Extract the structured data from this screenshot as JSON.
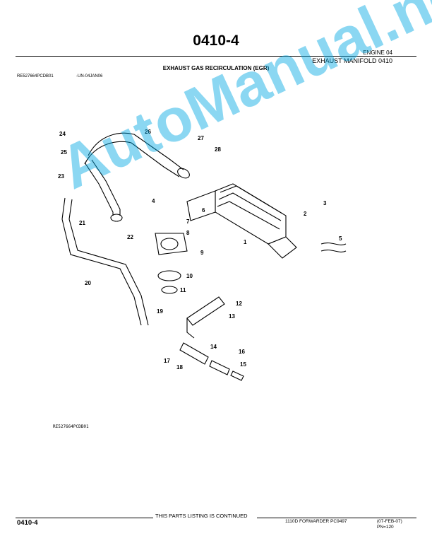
{
  "header": {
    "page_number": "0410-4",
    "section_engine": "ENGINE  04",
    "section_exhaust": "EXHAUST MANIFOLD 0410",
    "diagram_title": "EXHAUST GAS RECIRCULATION (EGR)",
    "ref_code": "RE527664PCDB01",
    "ref_date": "-UN-04JAN06"
  },
  "diagram": {
    "callouts": [
      "1",
      "2",
      "3",
      "4",
      "5",
      "6",
      "7",
      "8",
      "9",
      "10",
      "11",
      "12",
      "13",
      "14",
      "15",
      "16",
      "17",
      "18",
      "19",
      "20",
      "21",
      "22",
      "23",
      "24",
      "25",
      "26",
      "27",
      "28"
    ],
    "ref_code_bottom": "RE527664PCDB01"
  },
  "watermark": "AutoManual.net",
  "footer": {
    "continued": "THIS PARTS LISTING IS CONTINUED",
    "page_number": "0410-4",
    "machine": "1110D FORWARDER    PC9497",
    "date": "(07-FEB-07)",
    "pn": "PN=120"
  }
}
